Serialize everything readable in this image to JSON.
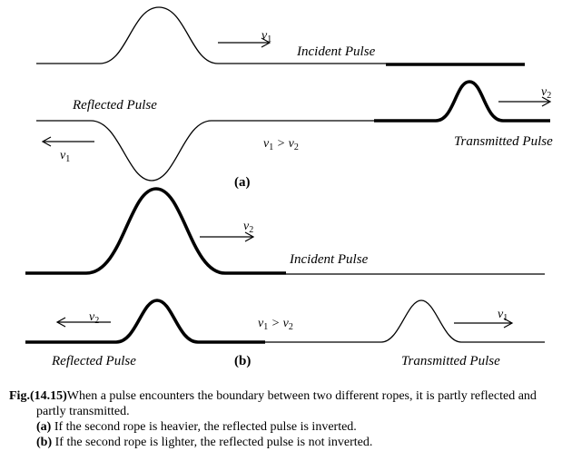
{
  "diagram": {
    "part_a": {
      "label": "(a)",
      "incident_label": "Incident Pulse",
      "reflected_label": "Reflected  Pulse",
      "transmitted_label": "Transmitted  Pulse",
      "incident_velocity": {
        "base": "v",
        "sub": "1"
      },
      "reflected_velocity": {
        "base": "v",
        "sub": "1"
      },
      "transmitted_velocity": {
        "base": "v",
        "sub": "2"
      },
      "relation": {
        "left": "v",
        "left_sub": "1",
        "op": " > ",
        "right": "v",
        "right_sub": "2"
      }
    },
    "part_b": {
      "label": "(b)",
      "incident_label": "Incident Pulse",
      "reflected_label": "Reflected  Pulse",
      "transmitted_label": "Transmitted Pulse",
      "incident_velocity": {
        "base": "v",
        "sub": "2"
      },
      "reflected_velocity": {
        "base": "v",
        "sub": "2"
      },
      "transmitted_velocity": {
        "base": "v",
        "sub": "1"
      },
      "relation": {
        "left": "v",
        "left_sub": "1",
        "op": " > ",
        "right": "v",
        "right_sub": "2"
      }
    }
  },
  "caption": {
    "fig": "Fig.(14.15)",
    "text": "When a pulse encounters the boundary between two different ropes, it is partly reflected and partly transmitted.",
    "item_a_label": "(a)",
    "item_a_text": " If the second rope is heavier, the reflected pulse is inverted.",
    "item_b_label": "(b)",
    "item_b_text": " If the second rope is lighter, the reflected pulse is not inverted."
  }
}
